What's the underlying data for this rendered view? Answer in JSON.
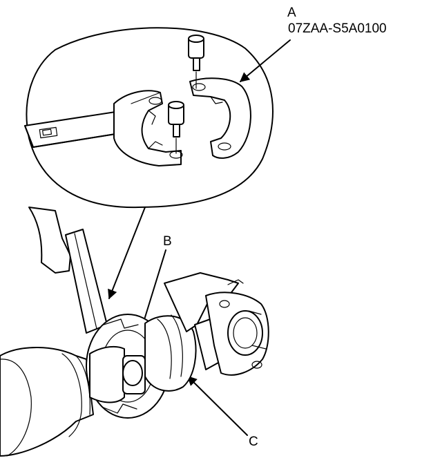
{
  "callouts": {
    "a_letter": "A",
    "a_part_number": "07ZAA-S5A0100",
    "b_letter": "B",
    "c_letter": "C"
  },
  "colors": {
    "line": "#000000",
    "background": "#ffffff"
  }
}
